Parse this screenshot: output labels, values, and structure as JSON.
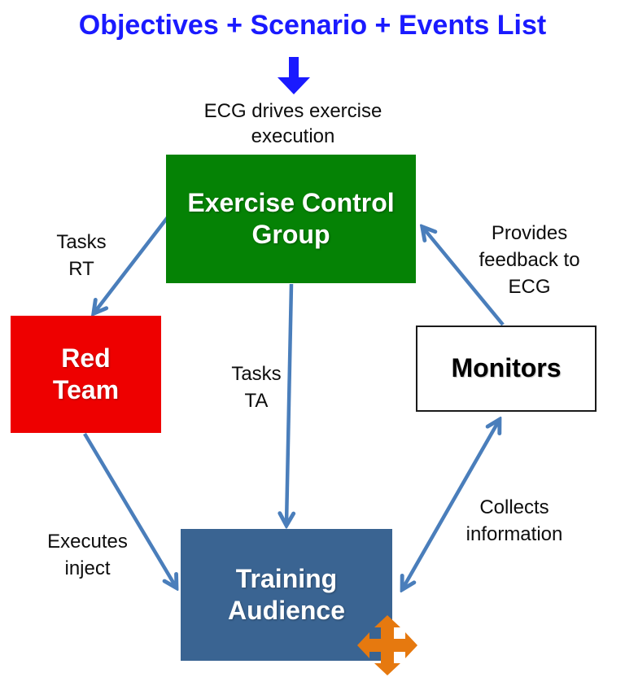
{
  "title": "Objectives + Scenario + Events List",
  "intro": "ECG drives exercise execution",
  "nodes": {
    "ecg": {
      "label": "Exercise Control Group",
      "bg": "#058205",
      "text_color": "#ffffff"
    },
    "red_team": {
      "label": "Red Team",
      "bg": "#ee0000",
      "text_color": "#ffffff"
    },
    "monitors": {
      "label": "Monitors",
      "bg": "#ffffff",
      "text_color": "#000000"
    },
    "training_audience": {
      "label": "Training Audience",
      "bg": "#3a6492",
      "text_color": "#ffffff"
    }
  },
  "edges": {
    "tasks_rt": {
      "label": "Tasks RT",
      "from": "ecg",
      "to": "red_team",
      "direction": "single"
    },
    "tasks_ta": {
      "label": "Tasks TA",
      "from": "ecg",
      "to": "training_audience",
      "direction": "single"
    },
    "executes_inject": {
      "label": "Executes inject",
      "from": "red_team",
      "to": "training_audience",
      "direction": "single"
    },
    "collects_information": {
      "label": "Collects information",
      "from": "training_audience",
      "to": "monitors",
      "direction": "double"
    },
    "provides_feedback": {
      "label": "Provides feedback to ECG",
      "from": "monitors",
      "to": "ecg",
      "direction": "single"
    }
  },
  "icons": {
    "title_down_arrow": {
      "color": "#1a1aff"
    },
    "move": {
      "color": "#e6790f"
    }
  },
  "colors": {
    "title_blue": "#1a1aff",
    "connector_blue": "#4a7ebb",
    "ecg_green": "#058205",
    "red_team_red": "#ee0000",
    "training_audience_blue": "#3a6492",
    "move_icon_orange": "#e6790f"
  }
}
